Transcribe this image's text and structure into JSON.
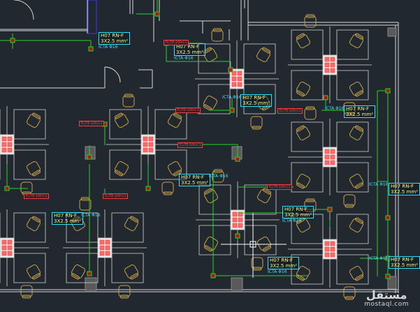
{
  "drawing": {
    "background": "#212830",
    "colors": {
      "walls": "#d9d9d9",
      "furniture": "#c9a24a",
      "cable": "#27d427",
      "label_text": "#f2f27a",
      "label_border": "#2fe0ff",
      "tag": "#ff3a3a"
    }
  },
  "cable_labels": [
    {
      "id": "c1",
      "line1": "H07 RN-F",
      "line2": "3X2.5 mm²",
      "ict": "ICTA Φ16"
    },
    {
      "id": "c2",
      "line1": "H07 RN-F",
      "line2": "3X2.5 mm²",
      "ict": "ICTA Φ16"
    },
    {
      "id": "c3",
      "line1": "H07 RN-F",
      "line2": "3X2.5 mm²",
      "ict": "ICTA Φ16"
    },
    {
      "id": "c4",
      "line1": "H07 RN-F",
      "line2": "3X2.5 mm²",
      "ict": "ICTA Φ16"
    },
    {
      "id": "c5",
      "line1": "H07 RN-F",
      "line2": "3X2.5 mm²",
      "ict": "ICTA Φ16"
    },
    {
      "id": "c6",
      "line1": "H07 RN-F",
      "line2": "3X2.5 mm²",
      "ict": "ICTA Φ16"
    },
    {
      "id": "c7",
      "line1": "H07 RN-F",
      "line2": "3X2.5 mm²",
      "ict": "ICTA Φ16"
    },
    {
      "id": "c8",
      "line1": "H07 RN-F",
      "line2": "3X2.5 mm²",
      "ict": "ICTA Φ16"
    },
    {
      "id": "c9",
      "line1": "H07 RN-F",
      "line2": "3X2.5 mm²",
      "ict": "ICTA Φ16"
    },
    {
      "id": "c10",
      "line1": "H07 RN-F",
      "line2": "3X2.5 mm²",
      "ict": "ICTA Φ16"
    }
  ],
  "circuit_tags": [
    {
      "id": "t1",
      "text": "TC/TE-100-C1"
    },
    {
      "id": "t2",
      "text": "TC/TE-100-C1"
    },
    {
      "id": "t3",
      "text": "TC/TE-100-C1"
    },
    {
      "id": "t4",
      "text": "TC/TE-100-C1"
    },
    {
      "id": "t5",
      "text": "TC/TE-100-C1"
    },
    {
      "id": "t6",
      "text": "TC/TE-100-C1"
    },
    {
      "id": "t7",
      "text": "TC/TE-100-C1"
    },
    {
      "id": "t8",
      "text": "TC/TE-100-C1"
    }
  ],
  "watermark": {
    "arabic": "مستقل",
    "latin": "mostaql.com"
  }
}
